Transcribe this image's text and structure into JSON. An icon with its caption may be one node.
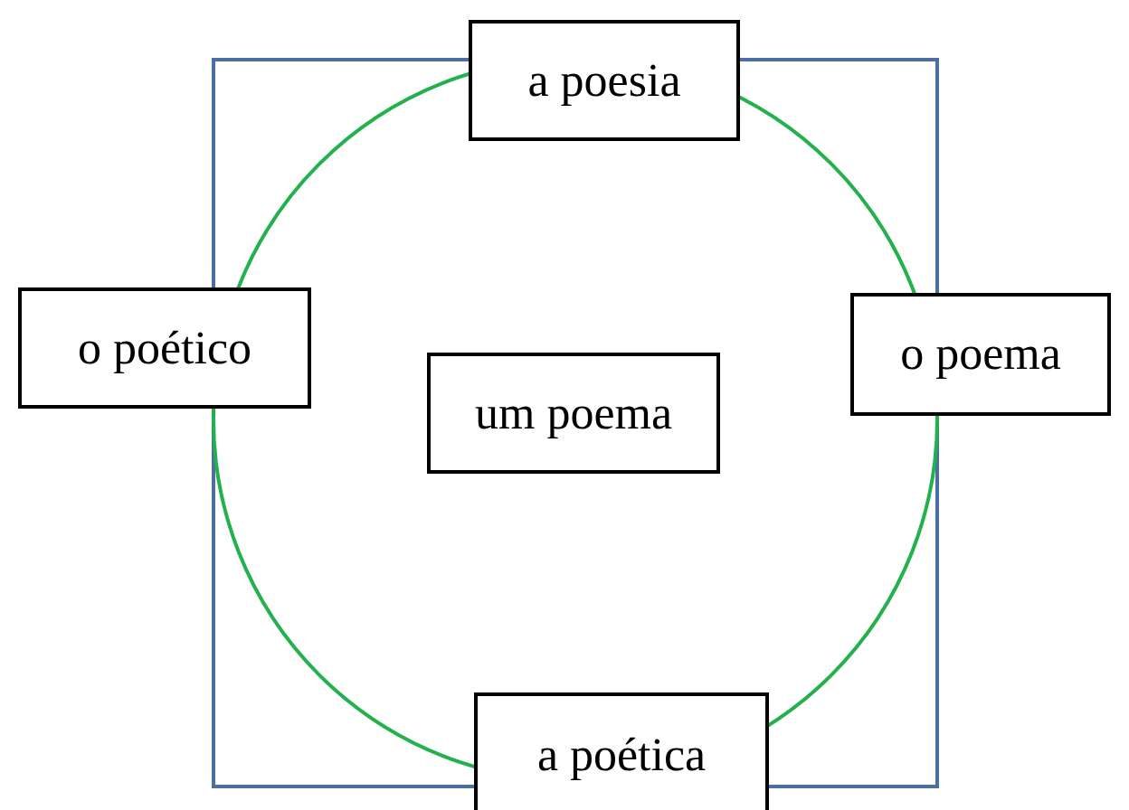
{
  "diagram": {
    "nodes": [
      {
        "text": [
          "a poesia"
        ]
      },
      {
        "text": [
          "o poético"
        ]
      },
      {
        "text": [
          "um poema"
        ]
      },
      {
        "text": [
          "o poema"
        ]
      },
      {
        "text": [
          "a poética"
        ]
      }
    ],
    "edges": []
  }
}
